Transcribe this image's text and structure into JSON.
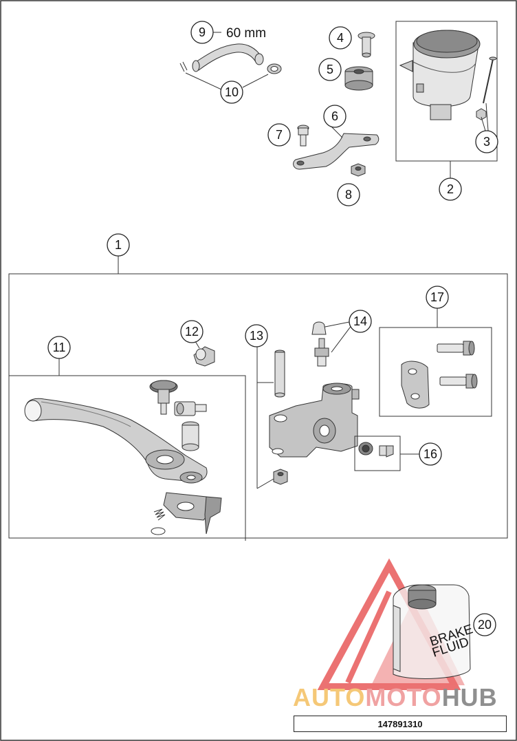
{
  "diagram": {
    "dimension_label": "60 mm",
    "callouts": [
      "1",
      "2",
      "3",
      "4",
      "5",
      "6",
      "7",
      "8",
      "9",
      "10",
      "11",
      "12",
      "13",
      "14",
      "16",
      "17",
      "20"
    ],
    "fluid_label_line1": "BRAKE",
    "fluid_label_line2": "FLUID",
    "reference_number": "147891310"
  },
  "watermark": {
    "part1": "AUTO",
    "part2": "MOTO",
    "part3": "HUB",
    "colors": {
      "part1": "#f5c877",
      "part2": "#f0a2a2",
      "part3": "#8f8f8f",
      "triangle": "#e85a5a"
    }
  }
}
